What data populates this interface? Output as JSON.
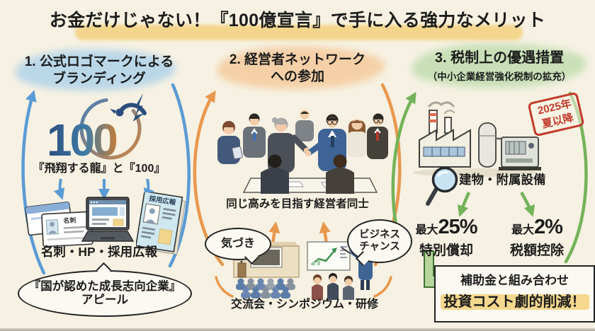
{
  "header": {
    "title": "お金だけじゃない！『100億宣言』で手に入る強力なメリット"
  },
  "branding": {
    "heading_line1": "1. 公式ロゴマークによる",
    "heading_line2": "ブランディング",
    "logo_text": "100",
    "logo_caption": "『飛翔する龍』と『100』",
    "card_label": "名刺",
    "brochure_label": "採用広報",
    "media_caption": "名刺・HP・採用広報",
    "bubble_line1": "『国が認めた成長志向企業』",
    "bubble_line2": "アピール"
  },
  "network": {
    "heading_line1": "2. 経営者ネットワーク",
    "heading_line2": "への参加",
    "people_caption": "同じ高みを目指す経営者同士",
    "bubble_left": "気づき",
    "bubble_right_line1": "ビジネス",
    "bubble_right_line2": "チャンス",
    "events_caption": "交流会・シンポジウム・研修"
  },
  "tax": {
    "heading_line1": "3. 税制上の優遇措置",
    "heading_line2": "（中小企業経営強化税制の拡充）",
    "stamp_line1": "2025年",
    "stamp_line2": "夏以降",
    "target_caption": "建物・附属設備",
    "benefit_left": {
      "prefix": "最大",
      "value": "25%",
      "label": "特別償却"
    },
    "benefit_right": {
      "prefix": "最大",
      "value": "2%",
      "label": "税額控除"
    },
    "combo_line1": "補助金と組み合わせ",
    "combo_line2": "投資コスト劇的削減！"
  },
  "colors": {
    "background": "#f6f1e2",
    "ink": "#1c1c1c",
    "title_highlight": "#f3d68c",
    "branding_highlight": "#b7d6e9",
    "network_highlight": "#f5cfa4",
    "tax_highlight": "#c6dfb5",
    "blue_arrow": "#5b9bd5",
    "orange_arrow": "#e8984e",
    "green_arrow": "#74b35a",
    "stamp_red": "#c23a2b",
    "combo_highlight": "#f5d88e"
  },
  "icons": {
    "logo": "dragon-100-logo-icon",
    "cards": "business-cards-icon",
    "laptop": "laptop-icon",
    "brochure": "recruit-brochure-icon",
    "people": "people-network-illustration",
    "auditorium": "auditorium-illustration",
    "seminar": "seminar-illustration",
    "factory": "factory-icon",
    "magnifier": "magnifier-icon"
  }
}
